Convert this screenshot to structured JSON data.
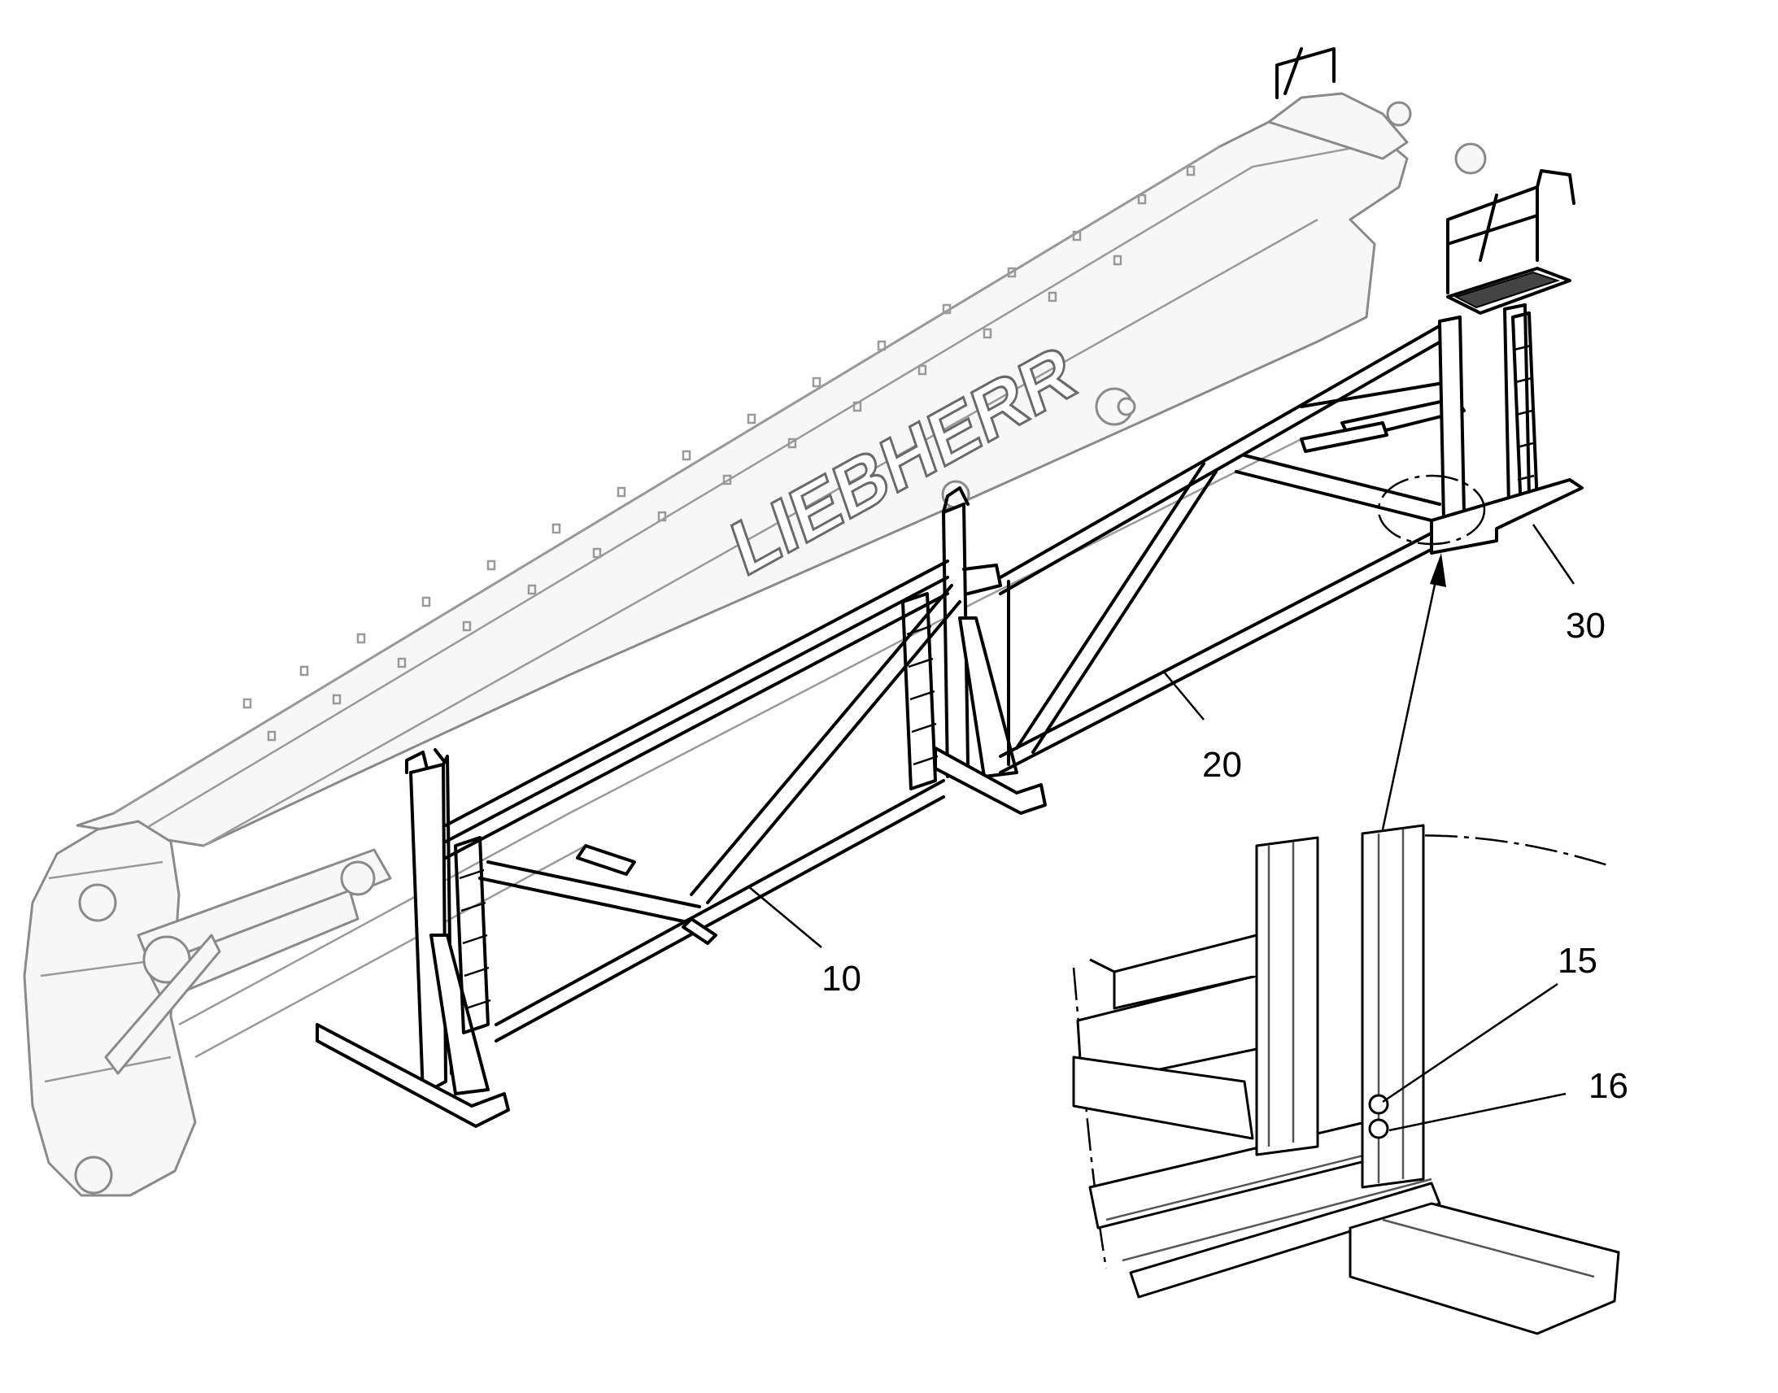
{
  "brand_logo_text": "LIEBHERR",
  "callouts": {
    "transport_rack_front": "10",
    "transport_rack_rear": "20",
    "access_platform": "30",
    "detail_part_15": "15",
    "detail_part_16": "16"
  },
  "colors": {
    "line": "#000000",
    "boom_outline": "#8a8a8a",
    "background": "#ffffff"
  }
}
